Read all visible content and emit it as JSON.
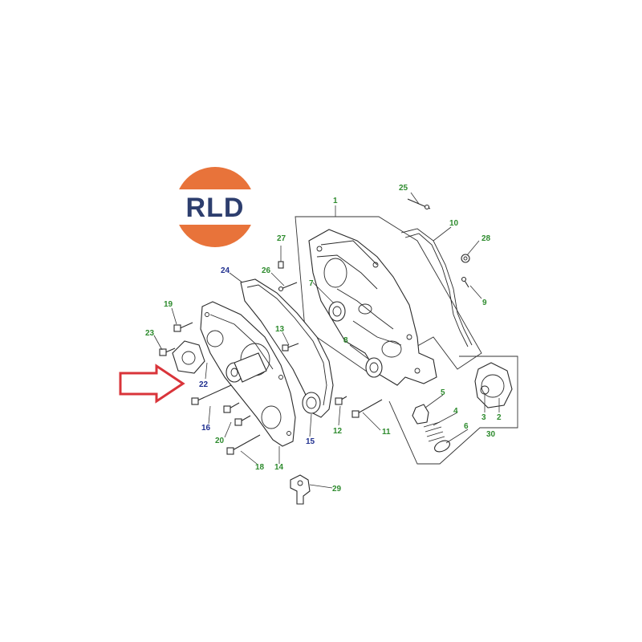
{
  "logo": {
    "text": "RLD",
    "colors": {
      "ring": "#e8733a",
      "band": "#ffffff",
      "text": "#2d3e6e"
    }
  },
  "highlight_arrow": {
    "color": "#d9343a",
    "target_callout": "22"
  },
  "callouts": [
    {
      "id": "1",
      "color": "#2e8b2e"
    },
    {
      "id": "25",
      "color": "#2e8b2e"
    },
    {
      "id": "10",
      "color": "#2e8b2e"
    },
    {
      "id": "28",
      "color": "#2e8b2e"
    },
    {
      "id": "9",
      "color": "#2e8b2e"
    },
    {
      "id": "27",
      "color": "#2e8b2e"
    },
    {
      "id": "26",
      "color": "#2e8b2e"
    },
    {
      "id": "24",
      "color": "#1f2f8f"
    },
    {
      "id": "7",
      "color": "#2e8b2e"
    },
    {
      "id": "19",
      "color": "#2e8b2e"
    },
    {
      "id": "13",
      "color": "#2e8b2e"
    },
    {
      "id": "23",
      "color": "#2e8b2e"
    },
    {
      "id": "8",
      "color": "#2e8b2e"
    },
    {
      "id": "22",
      "color": "#1f2f8f"
    },
    {
      "id": "5",
      "color": "#2e8b2e"
    },
    {
      "id": "3",
      "color": "#2e8b2e"
    },
    {
      "id": "2",
      "color": "#2e8b2e"
    },
    {
      "id": "4",
      "color": "#2e8b2e"
    },
    {
      "id": "30",
      "color": "#2e8b2e"
    },
    {
      "id": "16",
      "color": "#1f2f8f"
    },
    {
      "id": "12",
      "color": "#2e8b2e"
    },
    {
      "id": "11",
      "color": "#2e8b2e"
    },
    {
      "id": "6",
      "color": "#2e8b2e"
    },
    {
      "id": "20",
      "color": "#2e8b2e"
    },
    {
      "id": "15",
      "color": "#1f2f8f"
    },
    {
      "id": "18",
      "color": "#2e8b2e"
    },
    {
      "id": "14",
      "color": "#2e8b2e"
    },
    {
      "id": "29",
      "color": "#2e8b2e"
    }
  ]
}
